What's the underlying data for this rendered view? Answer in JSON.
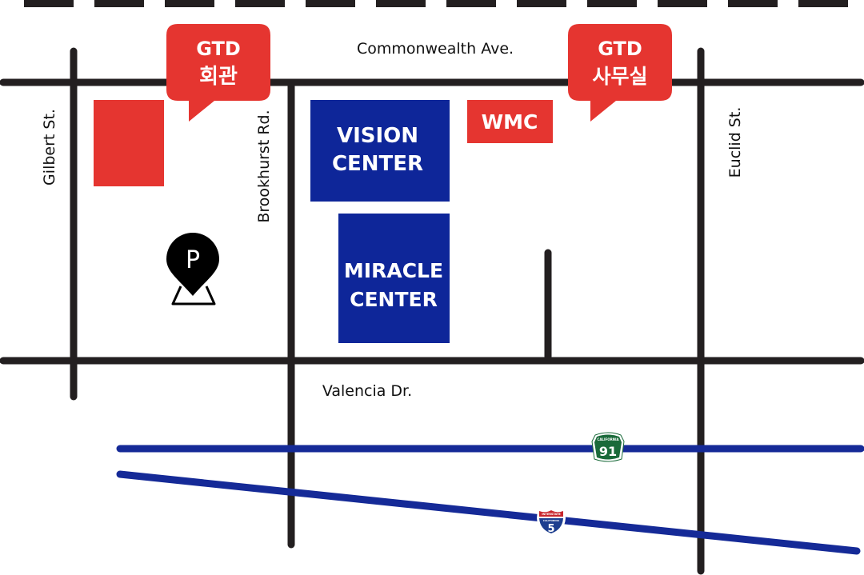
{
  "streets": {
    "top": "Commonwealth Ave.",
    "bottom": "Valencia Dr.",
    "left": "Gilbert St.",
    "middle": "Brookhurst Rd.",
    "right": "Euclid St."
  },
  "callouts": {
    "gtd_hall": {
      "line1": "GTD",
      "line2": "회관"
    },
    "gtd_office": {
      "line1": "GTD",
      "line2": "사무실"
    }
  },
  "buildings": {
    "vision": {
      "line1": "VISION",
      "line2": "CENTER"
    },
    "miracle": {
      "line1": "MIRACLE",
      "line2": "CENTER"
    },
    "wmc": "WMC"
  },
  "parking": {
    "letter": "P"
  },
  "highways": {
    "ca91": {
      "number": "91",
      "top_text": "CALIFORNIA"
    },
    "i5": {
      "number": "5",
      "top_text": "INTERSTATE",
      "sub_text": "CALIFORNIA"
    }
  },
  "colors": {
    "road": "#231f20",
    "accent_red": "#e53530",
    "building_blue": "#0e2699",
    "freeway_blue": "#152a97",
    "ca_green": "#1a6a3a",
    "interstate_blue": "#1e3f8f",
    "interstate_red": "#c8272d"
  }
}
